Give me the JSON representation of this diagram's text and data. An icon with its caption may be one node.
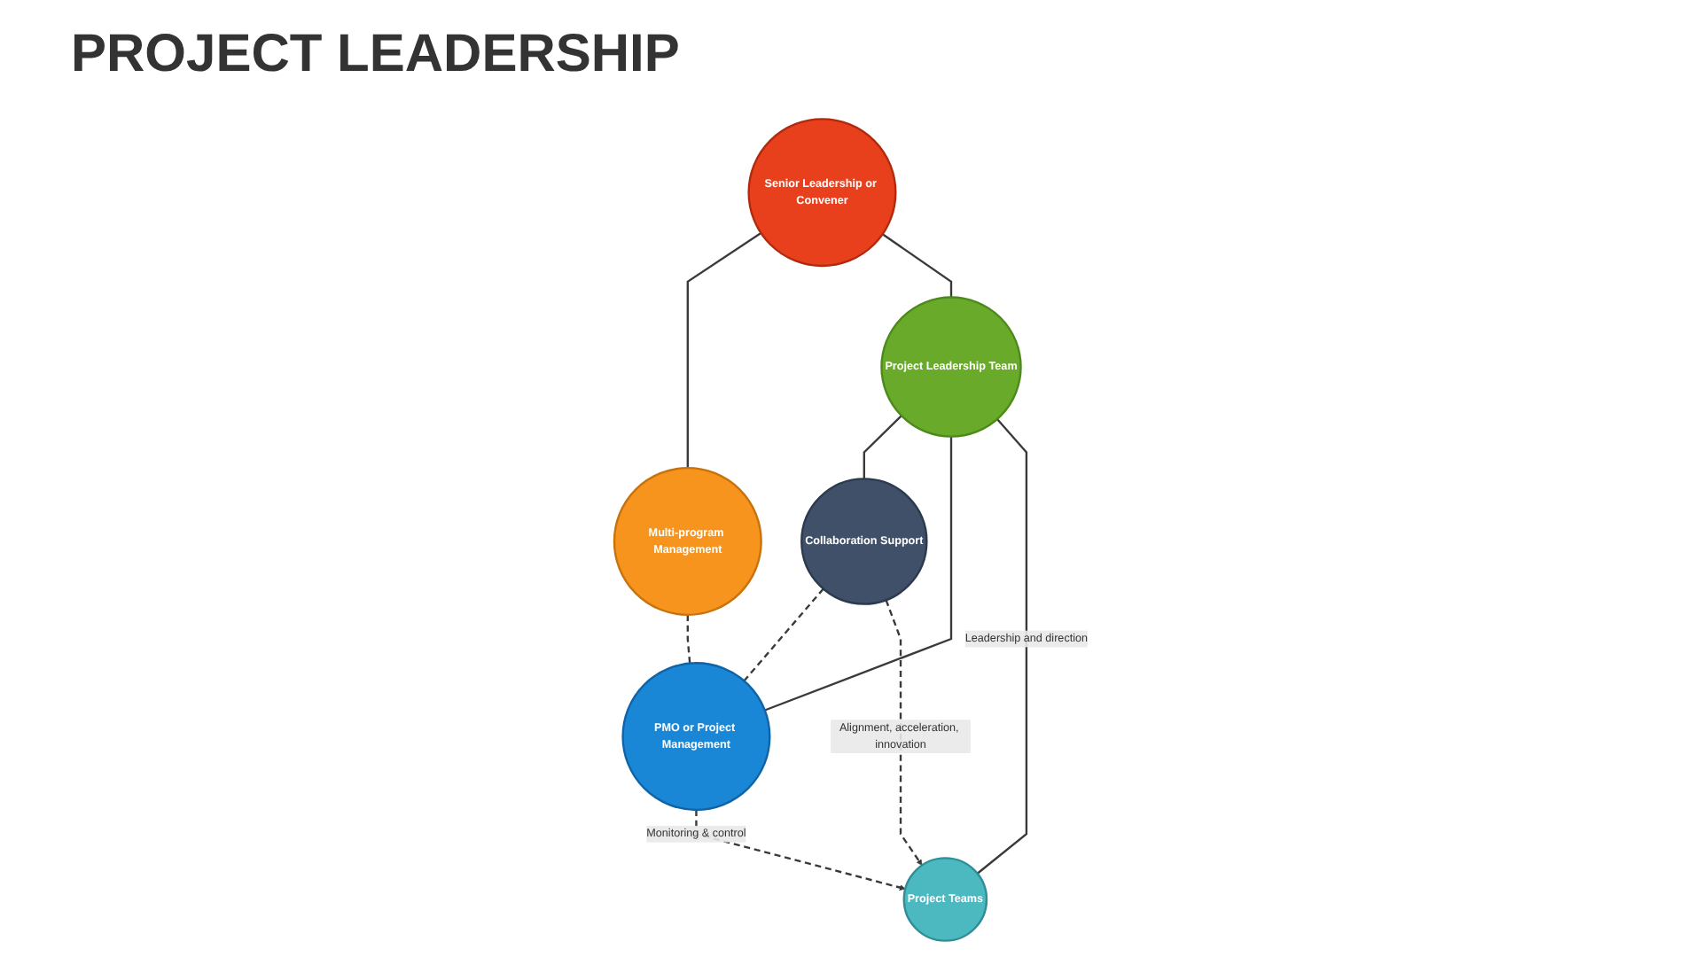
{
  "diagram": {
    "title": "PROJECT LEADERSHIP",
    "nodes": [
      {
        "text": [
          "Senior Leadership or Convener"
        ]
      },
      {
        "text": [
          "Multi-program Management"
        ]
      },
      {
        "text": [
          "Project Leadership Team"
        ]
      },
      {
        "text": [
          "Collaboration Support"
        ]
      },
      {
        "text": [
          "PMO or Project Management"
        ]
      },
      {
        "text": [
          "Project Teams"
        ]
      }
    ],
    "edges": [
      {
        "from": 0,
        "to": 1,
        "arrow": "none"
      },
      {
        "from": 0,
        "to": 2,
        "arrow": "none"
      },
      {
        "from": 1,
        "to": 4,
        "arrow": "none",
        "style": "dashed"
      },
      {
        "from": 2,
        "to": 3,
        "arrow": "none"
      },
      {
        "from": 2,
        "to": 4,
        "arrow": "none"
      },
      {
        "from": 2,
        "to": 5,
        "arrow": "none",
        "label": "Leadership and direction"
      },
      {
        "from": 3,
        "to": 4,
        "arrow": "none",
        "style": "dashed"
      },
      {
        "from": 3,
        "to": 5,
        "arrow": "to",
        "style": "dashed",
        "label": "Alignment, acceleration, innovation"
      },
      {
        "from": 4,
        "to": 5,
        "arrow": "to",
        "style": "dashed",
        "label": "Monitoring & control"
      }
    ]
  }
}
